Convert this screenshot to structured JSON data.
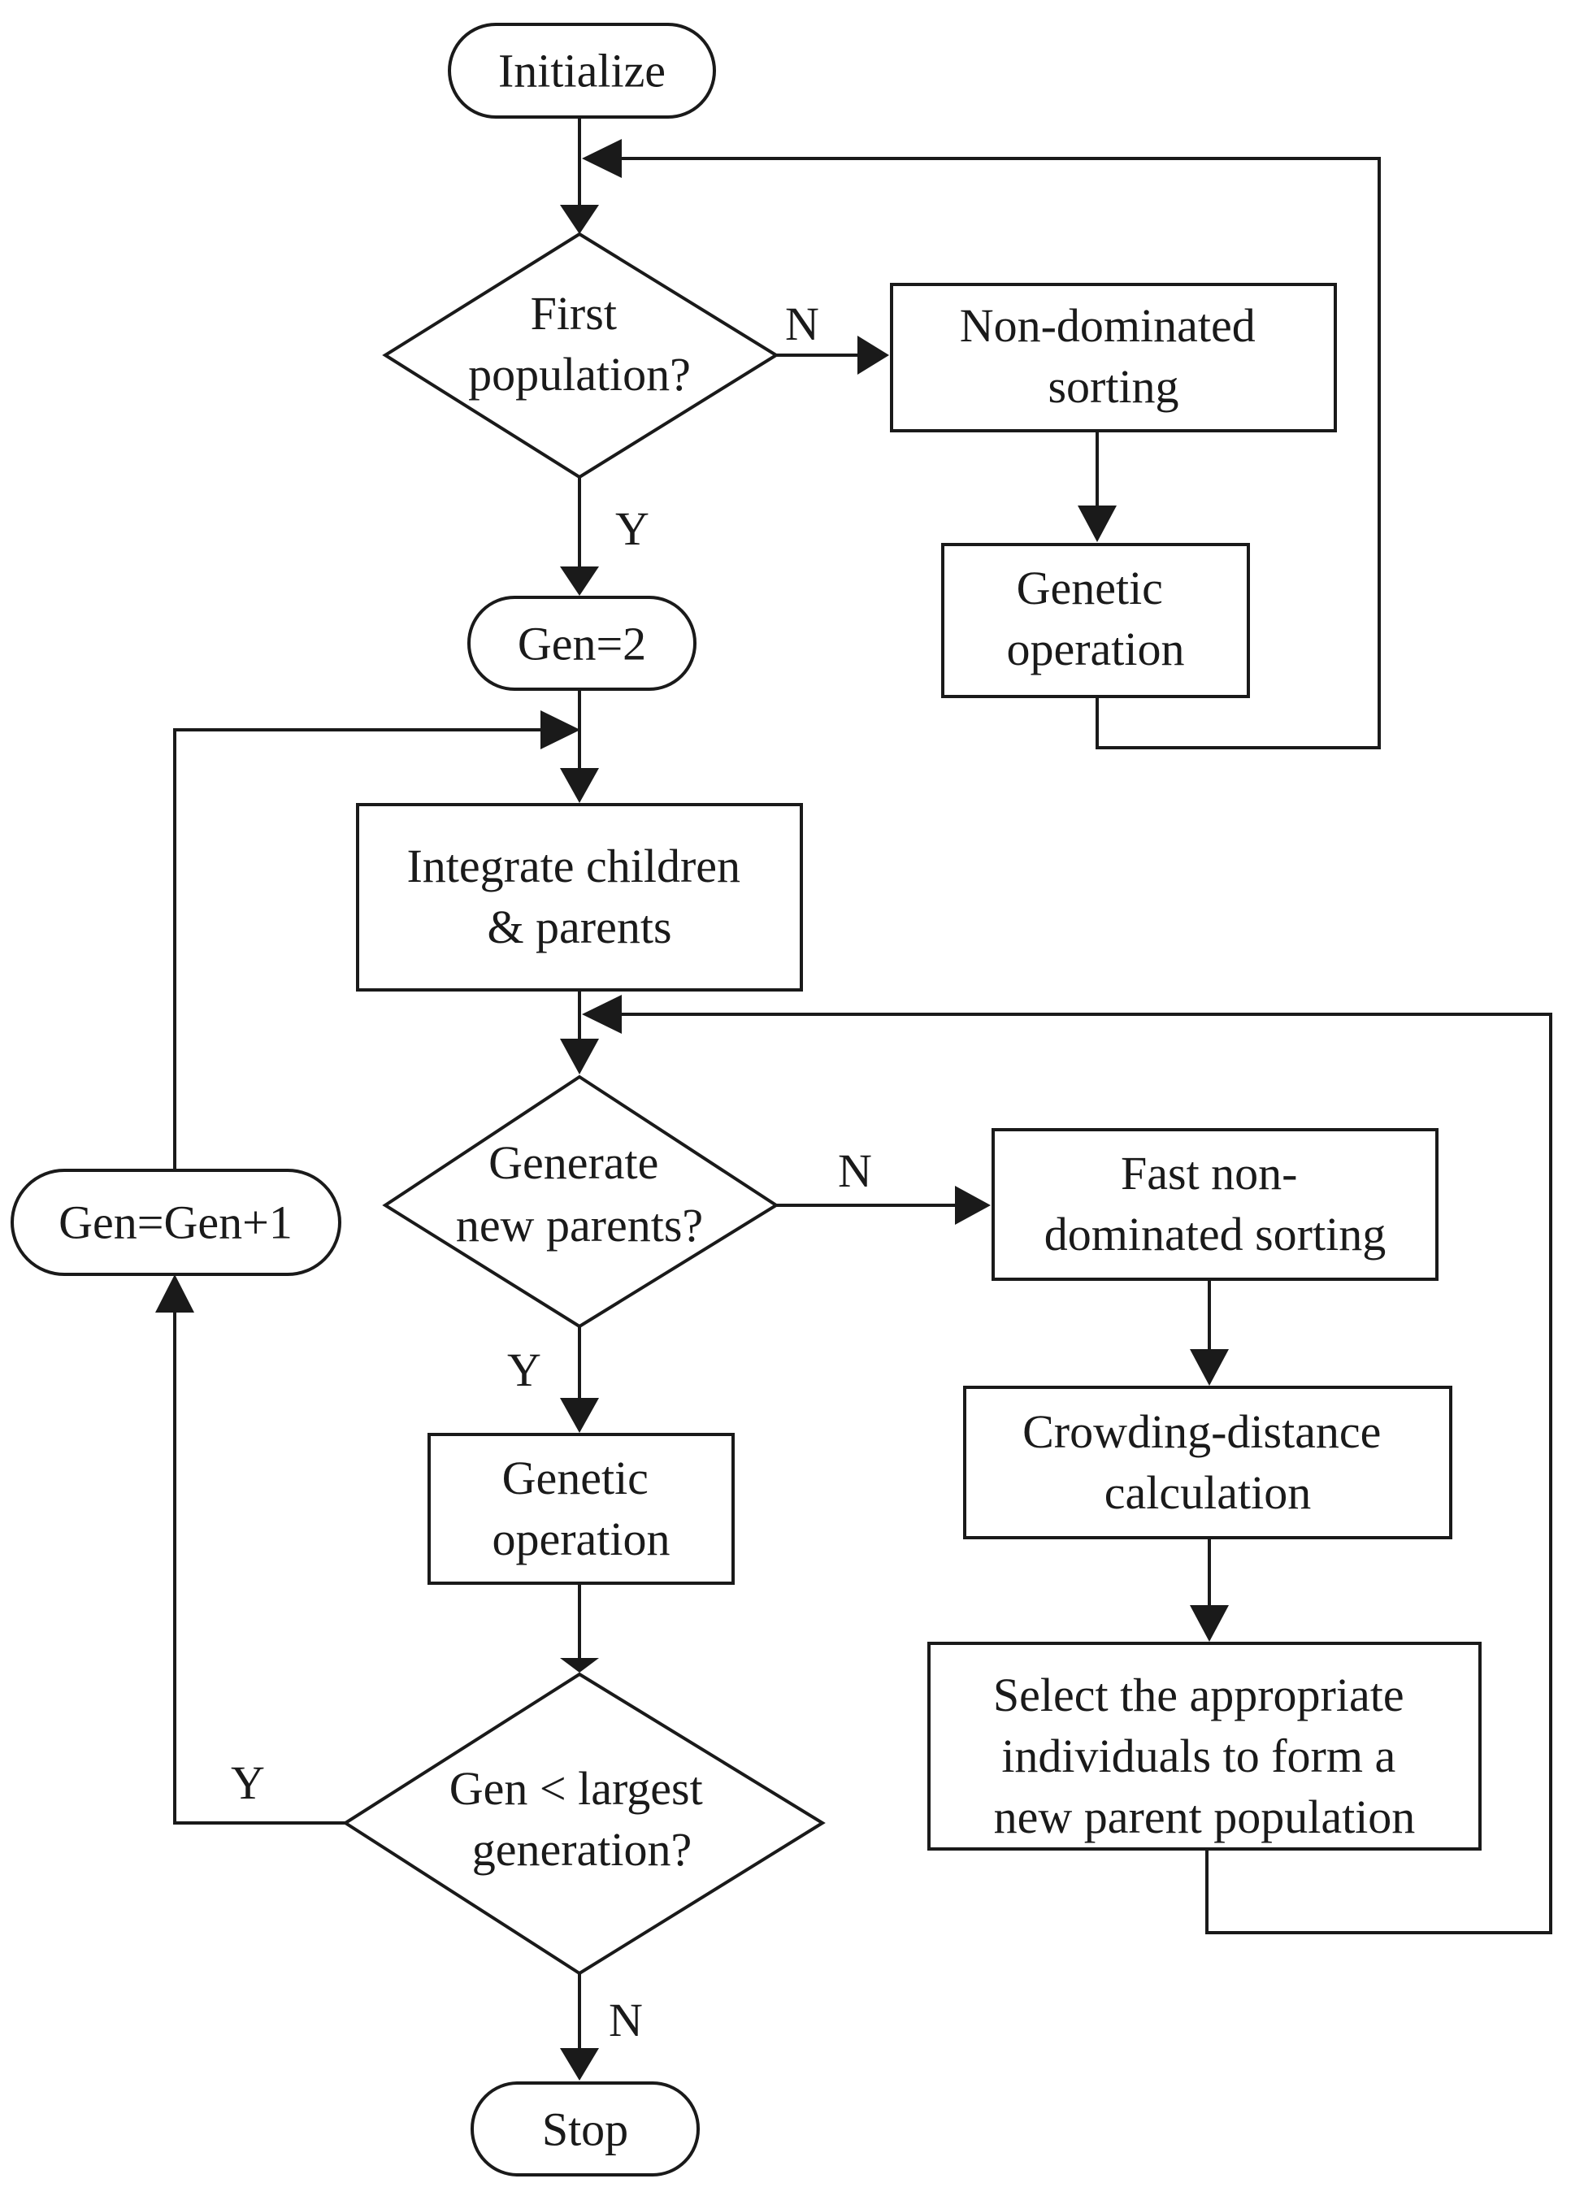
{
  "nodes": {
    "initialize": "Initialize",
    "first_population": [
      "First",
      "population?"
    ],
    "non_dominated_sorting": [
      "Non-dominated",
      "sorting"
    ],
    "genetic_operation_top": [
      "Genetic",
      "operation"
    ],
    "gen_2": "Gen=2",
    "integrate": [
      "Integrate children",
      "& parents"
    ],
    "generate_new_parents": [
      "Generate",
      "new parents?"
    ],
    "fast_non_dominated": [
      "Fast non-",
      "dominated sorting"
    ],
    "crowding_distance": [
      "Crowding-distance",
      "calculation"
    ],
    "select_individuals": [
      "Select the appropriate",
      "individuals to form a",
      "new parent population"
    ],
    "genetic_operation_bottom": [
      "Genetic",
      "operation"
    ],
    "gen_less_largest": [
      "Gen < largest",
      "generation?"
    ],
    "gen_increment": "Gen=Gen+1",
    "stop": "Stop"
  },
  "edge_labels": {
    "first_population_no": "N",
    "first_population_yes": "Y",
    "generate_new_parents_no": "N",
    "generate_new_parents_yes": "Y",
    "gen_less_largest_yes": "Y",
    "gen_less_largest_no": "N"
  }
}
